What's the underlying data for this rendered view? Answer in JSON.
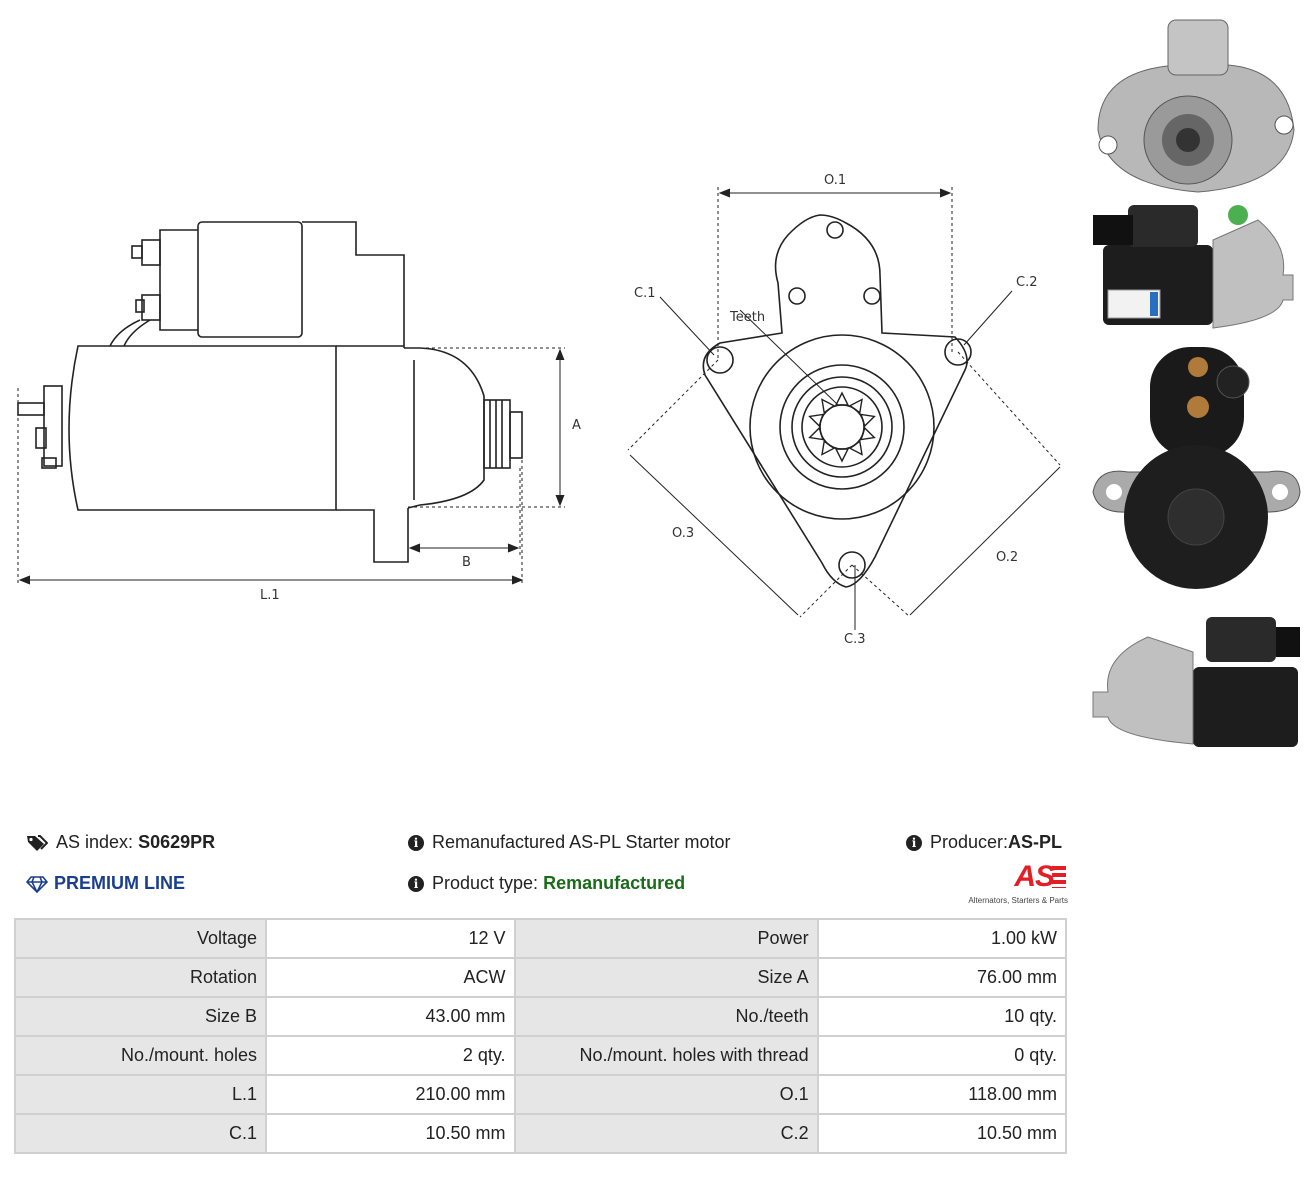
{
  "labels": {
    "A": "A",
    "B": "B",
    "L1": "L.1",
    "O1": "O.1",
    "O2": "O.2",
    "O3": "O.3",
    "C1": "C.1",
    "C2": "C.2",
    "C3": "C.3",
    "teeth": "Teeth"
  },
  "info": {
    "index_label": "AS index:",
    "index_value": "S0629PR",
    "line_label": "PREMIUM LINE",
    "description": "Remanufactured AS-PL Starter motor",
    "type_label": "Product type:",
    "type_value": "Remanufactured",
    "producer_label": "Producer:",
    "producer_value": "AS-PL"
  },
  "logo": {
    "mark": "AS",
    "tagline": "Alternators, Starters & Parts"
  },
  "colors": {
    "accent_red": "#e31e24",
    "green": "#1a6b1a",
    "blue": "#1a3f8f"
  },
  "specs": [
    {
      "k1": "Voltage",
      "v1": "12 V",
      "k2": "Power",
      "v2": "1.00 kW"
    },
    {
      "k1": "Rotation",
      "v1": "ACW",
      "k2": "Size A",
      "v2": "76.00 mm"
    },
    {
      "k1": "Size B",
      "v1": "43.00 mm",
      "k2": "No./teeth",
      "v2": "10 qty."
    },
    {
      "k1": "No./mount. holes",
      "v1": "2 qty.",
      "k2": "No./mount. holes with thread",
      "v2": "0 qty."
    },
    {
      "k1": "L.1",
      "v1": "210.00 mm",
      "k2": "O.1",
      "v2": "118.00 mm"
    },
    {
      "k1": "C.1",
      "v1": "10.50 mm",
      "k2": "C.2",
      "v2": "10.50 mm"
    }
  ]
}
